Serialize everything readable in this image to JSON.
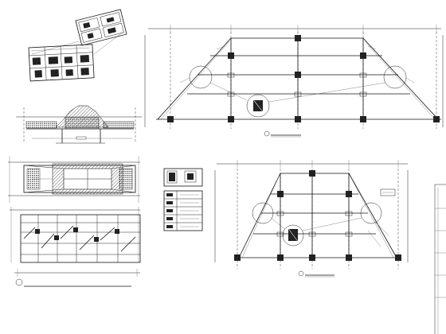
{
  "drawing": {
    "views": [
      {
        "id": "upper-elevation",
        "kind": "truss elevation"
      },
      {
        "id": "lower-elevation",
        "kind": "truss elevation"
      },
      {
        "id": "left-plan",
        "kind": "roof plan and sections"
      }
    ],
    "scale_label": "",
    "title_text": ""
  }
}
